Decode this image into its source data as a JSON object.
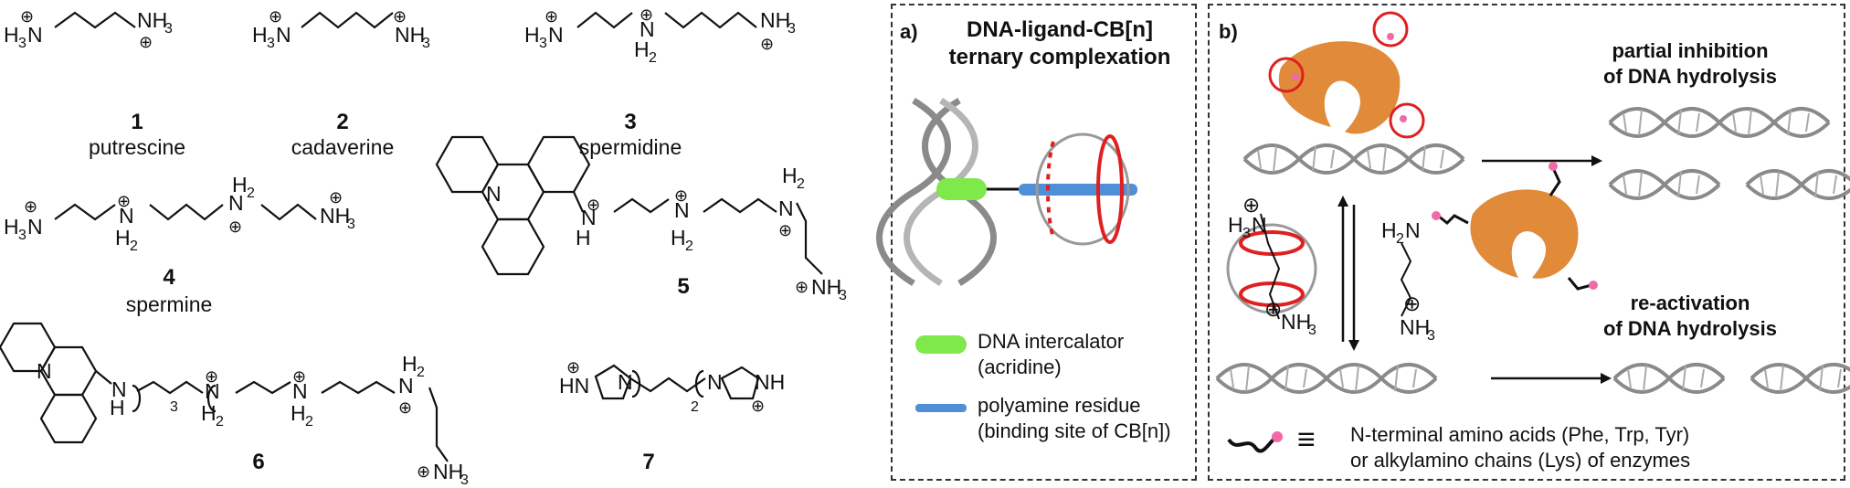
{
  "compounds": [
    {
      "number": "1",
      "name": "putrescine"
    },
    {
      "number": "2",
      "name": "cadaverine"
    },
    {
      "number": "3",
      "name": "spermidine"
    },
    {
      "number": "4",
      "name": "spermine"
    },
    {
      "number": "5",
      "name": ""
    },
    {
      "number": "6",
      "name": ""
    },
    {
      "number": "7",
      "name": ""
    }
  ],
  "chem_text": {
    "h3n": "H3N",
    "nh3": "NH3",
    "n": "N",
    "h": "H",
    "h2": "H2",
    "plus": "⊕",
    "sub3": "3",
    "sub2": "2",
    "hn": "HN",
    "nh": "NH",
    "h2n_label": "H2N"
  },
  "panel_a": {
    "label": "a)",
    "title_line1": "DNA-ligand-CB[n]",
    "title_line2": "ternary complexation",
    "legend": [
      {
        "line1": "DNA intercalator",
        "line2": "(acridine)",
        "color": "#7fe84a"
      },
      {
        "line1": "polyamine residue",
        "line2": "(binding site of CB[n])",
        "color": "#4f8fd8"
      }
    ]
  },
  "panel_b": {
    "label": "b)",
    "top_title_line1": "partial inhibition",
    "top_title_line2": "of DNA hydrolysis",
    "bottom_title_line1": "re-activation",
    "bottom_title_line2": "of DNA hydrolysis",
    "legend_line1": "N-terminal amino acids (Phe, Trp, Tyr)",
    "legend_line2": "or alkylamino chains (Lys) of enzymes",
    "equiv_symbol": "≡"
  },
  "colors": {
    "enzyme": "#e08a3a",
    "dna": "#8a8a8a",
    "cb_ring": "#e02020",
    "pink": "#f06aa8"
  }
}
